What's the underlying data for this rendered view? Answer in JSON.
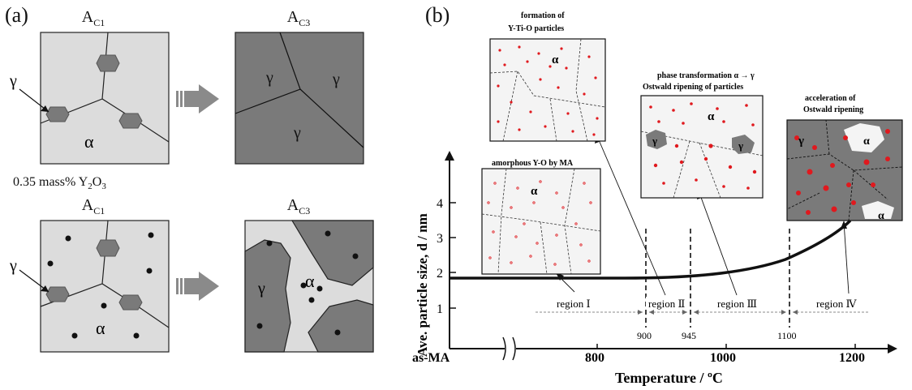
{
  "panel_a": {
    "label": "(a)",
    "top_left_title": "A",
    "top_left_sub": "C1",
    "top_right_title": "A",
    "top_right_sub": "C3",
    "bottom_left_title": "A",
    "bottom_left_sub": "C1",
    "bottom_right_title": "A",
    "bottom_right_sub": "C3",
    "mid_label_prefix": "0.35 mass% Y",
    "mid_label_sub1": "2",
    "mid_label_mid": "O",
    "mid_label_sub2": "3",
    "gamma": "γ",
    "alpha": "α"
  },
  "panel_b": {
    "label": "(b)",
    "ylabel": "Ave. particle size, d / nm",
    "xlabel": "Temperature / ºC",
    "x_tick_asma": "as-MA",
    "x_ticks": [
      "800",
      "1000",
      "1200"
    ],
    "y_ticks": [
      "1",
      "2",
      "3",
      "4"
    ],
    "boundary_labels": [
      "900",
      "945",
      "1100"
    ],
    "regions": [
      "region Ⅰ",
      "region Ⅱ",
      "region Ⅲ",
      "region Ⅳ"
    ],
    "insets": {
      "amorphous": {
        "caption": "amorphous Y-O by MA",
        "phase": "α"
      },
      "formation": {
        "caption_line1": "formation of",
        "caption_line2": "Y-Ti-O particles",
        "phase": "α"
      },
      "transformation": {
        "caption_line1": "phase transformation α → γ",
        "caption_line2": "Ostwald ripening of  particles",
        "phase_a": "α",
        "phase_g1": "γ",
        "phase_g2": "γ"
      },
      "acceleration": {
        "caption_line1": "acceleration of",
        "caption_line2": "Ostwald ripening",
        "phase_g": "γ",
        "phase_a1": "α",
        "phase_a2": "α"
      }
    }
  },
  "colors": {
    "alpha_phase": "#dcdcdc",
    "gamma_phase": "#7a7a7a",
    "particle_red": "#e0191e",
    "arrow_gray": "#8a8a8a"
  }
}
